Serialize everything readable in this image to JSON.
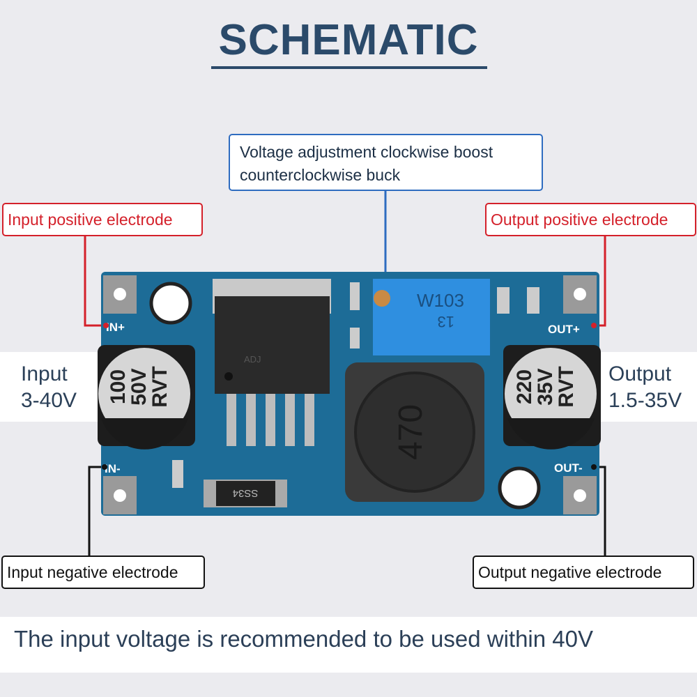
{
  "title": "SCHEMATIC",
  "callouts": {
    "voltage_adjust_line1": "Voltage adjustment clockwise boost",
    "voltage_adjust_line2": "counterclockwise buck",
    "input_positive": "Input positive electrode",
    "output_positive": "Output positive electrode",
    "input_negative": "Input negative electrode",
    "output_negative": "Output negative electrode"
  },
  "input": {
    "label": "Input",
    "range": "3-40V"
  },
  "output": {
    "label": "Output",
    "range": "1.5-35V"
  },
  "board": {
    "in_plus": "IN+",
    "in_minus": "IN-",
    "out_plus": "OUT+",
    "out_minus": "OUT-",
    "cap_in": [
      "100",
      "50V",
      "RVT"
    ],
    "cap_out": [
      "220",
      "35V",
      "RVT"
    ],
    "pot": [
      "W103",
      "13"
    ],
    "inductor": "470",
    "diode": "SS34",
    "ic": "ADJ"
  },
  "footer": "The input voltage is recommended to be used within 40V",
  "colors": {
    "title": "#2b4a6a",
    "pcb": "#1d6c97",
    "red": "#d4202a",
    "blue": "#2e6cc0"
  }
}
